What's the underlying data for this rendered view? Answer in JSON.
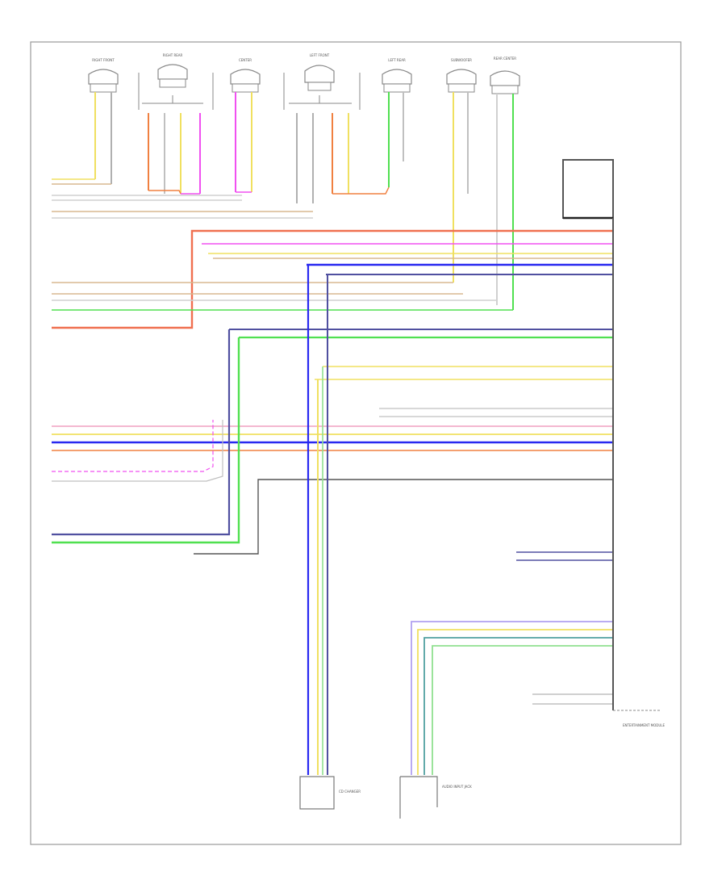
{
  "diagram": {
    "footer_code": "",
    "module_label_lines": [
      "ENTERTAINMENT MODULE"
    ],
    "sensor_module_label": "",
    "speaker_labels": [
      "RIGHT FRONT",
      "RIGHT REAR",
      "CENTER",
      "LEFT FRONT",
      "LEFT REAR",
      "SUBWOOFER",
      "REAR CENTER"
    ],
    "bottom_connector_labels": [
      "CD CHANGER",
      "AUDIO INPUT JACK"
    ]
  },
  "colors": {
    "orange": "#f08040",
    "magenta": "#f050f0",
    "yellow": "#f0e060",
    "tan": "#d8b890",
    "blue": "#2828f0",
    "dark_blue": "#5050a0",
    "green": "#50e050",
    "light_green": "#90e090",
    "pink": "#f0a0c0",
    "gray": "#9a9a9a",
    "black": "#303030",
    "teal": "#50a0a0",
    "red_orange": "#f07050",
    "lavender": "#b0a0f0"
  }
}
